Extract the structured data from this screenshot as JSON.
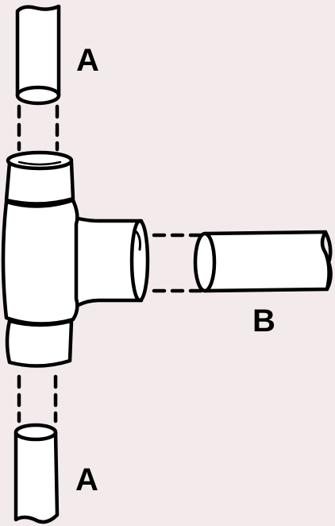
{
  "diagram": {
    "labels": {
      "top_pipe": "A",
      "bottom_pipe": "A",
      "side_pipe": "B"
    }
  },
  "colors": {
    "background": "#f3ebeb",
    "line": "#000000",
    "fill": "#ffffff"
  }
}
